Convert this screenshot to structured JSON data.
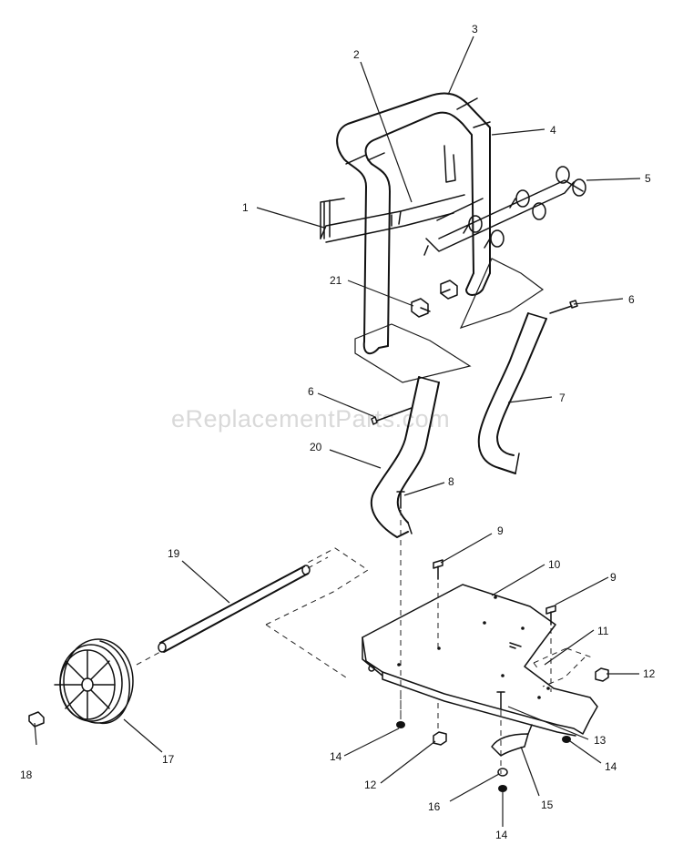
{
  "watermark": "eReplacementParts.com",
  "callouts": [
    {
      "id": "c1",
      "text": "1"
    },
    {
      "id": "c2",
      "text": "2"
    },
    {
      "id": "c3",
      "text": "3"
    },
    {
      "id": "c4",
      "text": "4"
    },
    {
      "id": "c5",
      "text": "5"
    },
    {
      "id": "c6a",
      "text": "6"
    },
    {
      "id": "c6b",
      "text": "6"
    },
    {
      "id": "c7",
      "text": "7"
    },
    {
      "id": "c8",
      "text": "8"
    },
    {
      "id": "c9a",
      "text": "9"
    },
    {
      "id": "c9b",
      "text": "9"
    },
    {
      "id": "c10",
      "text": "10"
    },
    {
      "id": "c11",
      "text": "11"
    },
    {
      "id": "c12a",
      "text": "12"
    },
    {
      "id": "c12b",
      "text": "12"
    },
    {
      "id": "c13",
      "text": "13"
    },
    {
      "id": "c14a",
      "text": "14"
    },
    {
      "id": "c14b",
      "text": "14"
    },
    {
      "id": "c14c",
      "text": "14"
    },
    {
      "id": "c15",
      "text": "15"
    },
    {
      "id": "c16",
      "text": "16"
    },
    {
      "id": "c17",
      "text": "17"
    },
    {
      "id": "c18",
      "text": "18"
    },
    {
      "id": "c19",
      "text": "19"
    },
    {
      "id": "c20",
      "text": "20"
    },
    {
      "id": "c21",
      "text": "21"
    }
  ]
}
